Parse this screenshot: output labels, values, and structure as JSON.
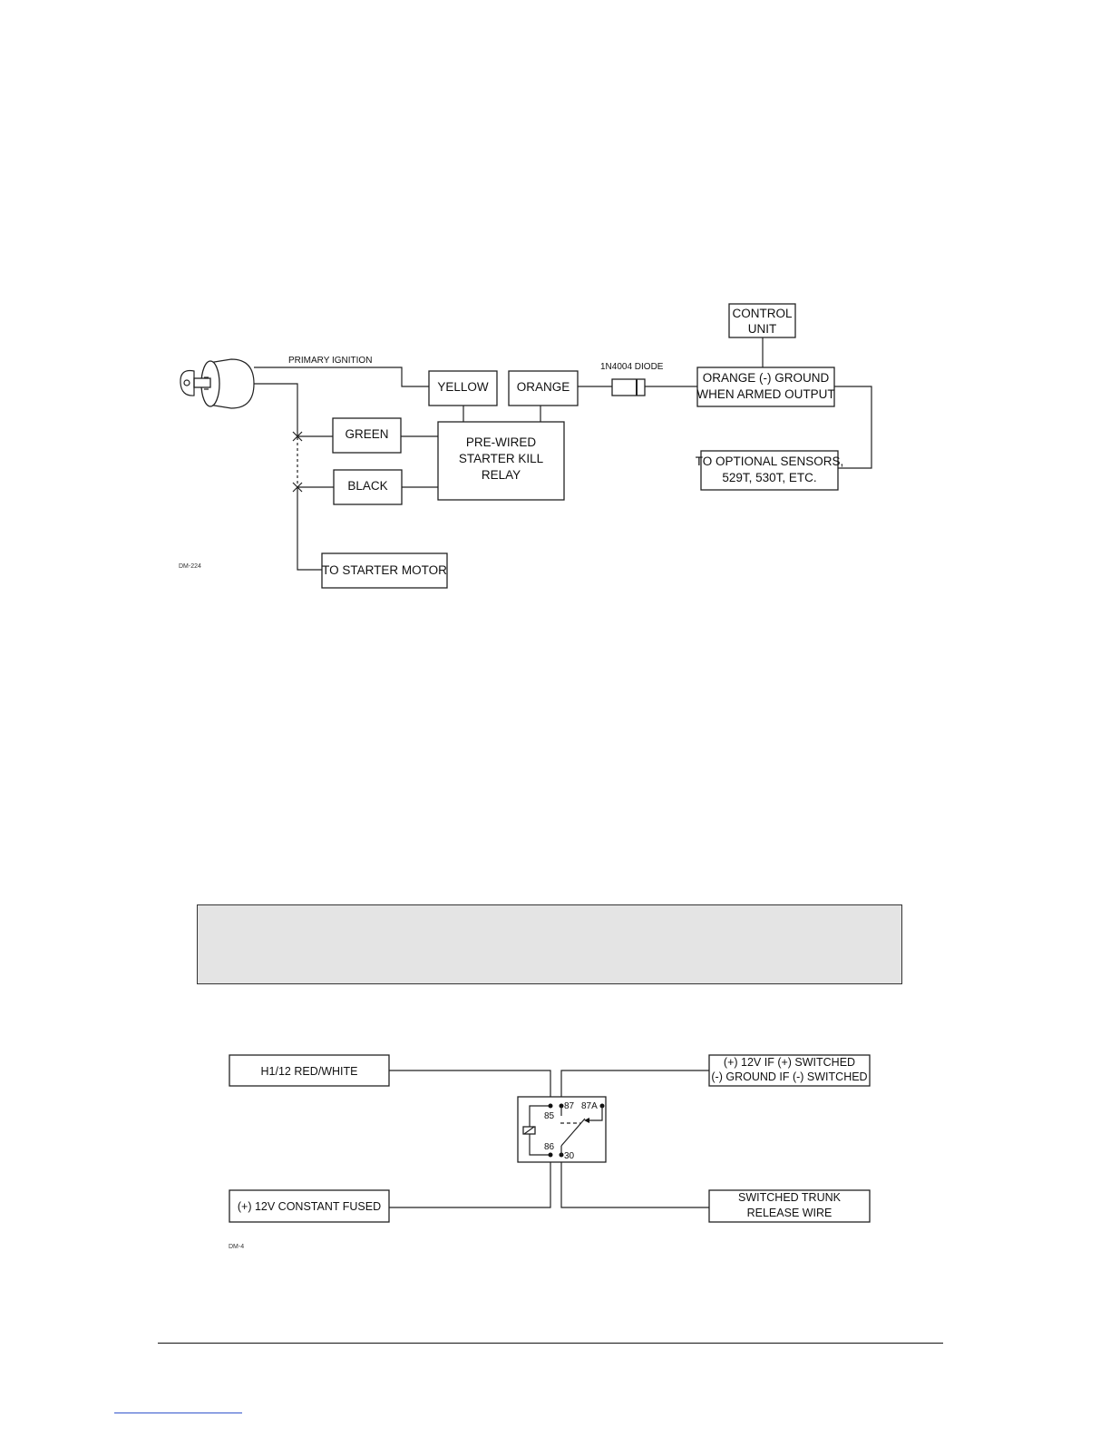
{
  "diagram1": {
    "primary_ignition": "PRIMARY IGNITION",
    "yellow": "YELLOW",
    "orange": "ORANGE",
    "diode": "1N4004 DIODE",
    "control_unit": [
      "CONTROL",
      "UNIT"
    ],
    "orange_ground": [
      "ORANGE (-) GROUND",
      "WHEN ARMED OUTPUT"
    ],
    "green": "GREEN",
    "black": "BLACK",
    "starter_kill_relay": [
      "PRE-WIRED",
      "STARTER KILL",
      "RELAY"
    ],
    "optional_sensors": [
      "TO OPTIONAL SENSORS,",
      "529T, 530T, ETC."
    ],
    "starter_motor": "TO STARTER MOTOR",
    "code": "DM-224"
  },
  "diagram2": {
    "h1_12": "H1/12 RED/WHITE",
    "switched": [
      "(+) 12V IF (+) SWITCHED",
      "(-) GROUND IF (-) SWITCHED"
    ],
    "constant_fused": "(+) 12V CONSTANT FUSED",
    "trunk_release": [
      "SWITCHED TRUNK",
      "RELEASE WIRE"
    ],
    "pins": {
      "p85": "85",
      "p86": "86",
      "p87": "87",
      "p87a": "87A",
      "p30": "30"
    },
    "code": "DM-4"
  }
}
